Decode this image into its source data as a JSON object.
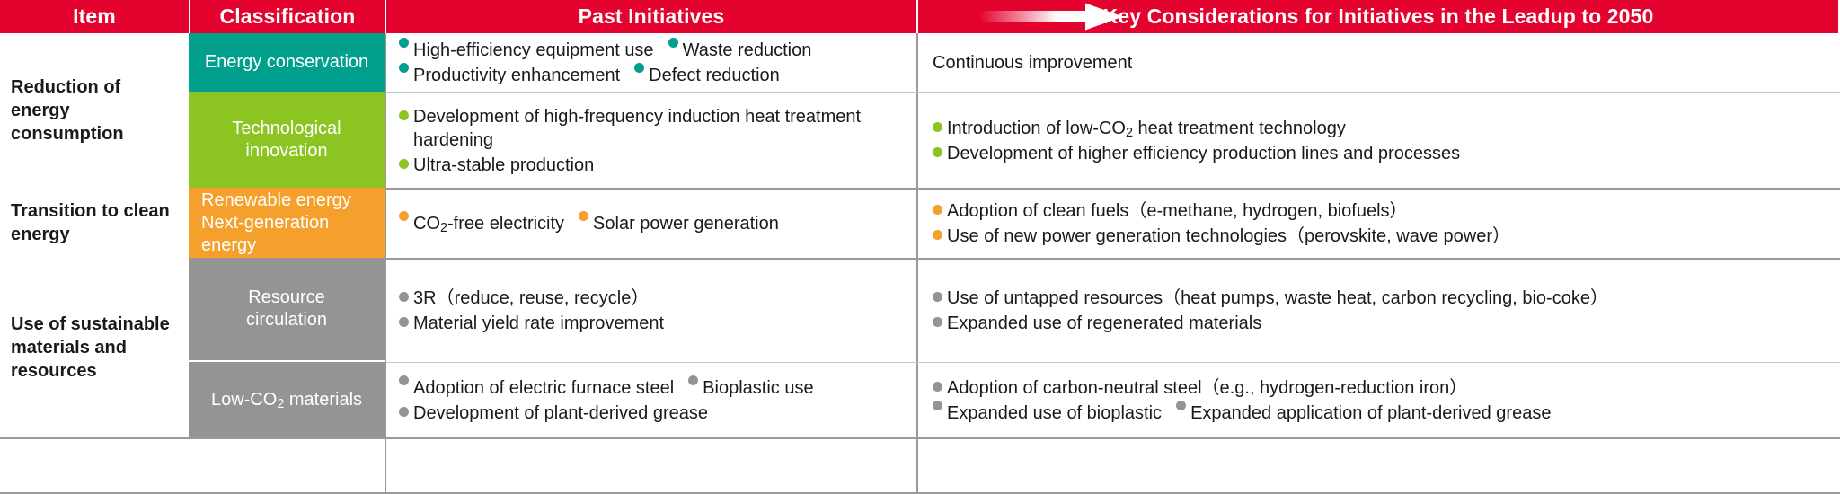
{
  "header": {
    "columns": [
      {
        "key": "item",
        "label": "Item"
      },
      {
        "key": "classification",
        "label": "Classification"
      },
      {
        "key": "past",
        "label": "Past Initiatives"
      },
      {
        "key": "key",
        "label": "Key Considerations for Initiatives in the Leadup to 2050"
      }
    ],
    "arrow_icon": "right-arrow-gradient-icon"
  },
  "colors": {
    "header_red": "#E4032E",
    "teal": "#00A08C",
    "green": "#8CC421",
    "orange": "#F5A02D",
    "gray": "#949494",
    "rule": "#9a9a9a",
    "text": "#1a1a1a"
  },
  "groups": [
    {
      "id": "g1",
      "item": "Reduction of energy consumption"
    },
    {
      "id": "g2",
      "item": "Transition to clean energy"
    },
    {
      "id": "g3",
      "item": "Use of sustainable materials and resources"
    }
  ],
  "rows": [
    {
      "id": "r1",
      "classification": "Energy conservation",
      "classification_line2": "",
      "color": "teal",
      "past": [
        {
          "type": "inline",
          "items": [
            "High-efficiency equipment use",
            "Waste reduction"
          ]
        },
        {
          "type": "inline",
          "items": [
            "Productivity enhancement",
            "Defect reduction"
          ]
        }
      ],
      "key": [
        {
          "type": "plain",
          "text": "Continuous improvement"
        }
      ]
    },
    {
      "id": "r2",
      "classification": "Technological",
      "classification_line2": "innovation",
      "color": "green",
      "past": [
        {
          "type": "hang",
          "text": "Development of high-frequency induction heat treatment hardening"
        },
        {
          "type": "hang",
          "text": "Ultra-stable production"
        }
      ],
      "key": [
        {
          "type": "hang",
          "text": "Introduction of low-CO₂ heat treatment technology"
        },
        {
          "type": "hang",
          "text": "Development of higher efficiency production lines and processes"
        }
      ]
    },
    {
      "id": "r3",
      "classification": "Renewable energy",
      "classification_line2": "Next-generation energy",
      "color": "orange",
      "past": [
        {
          "type": "inline",
          "items": [
            "CO₂-free electricity",
            "Solar power generation"
          ]
        }
      ],
      "key": [
        {
          "type": "hang",
          "text": "Adoption of clean fuels（e-methane, hydrogen, biofuels）"
        },
        {
          "type": "hang",
          "text": "Use of new power generation technologies（perovskite, wave power）"
        }
      ]
    },
    {
      "id": "r4",
      "classification": "Resource",
      "classification_line2": "circulation",
      "color": "gray",
      "past": [
        {
          "type": "hang",
          "text": "3R（reduce, reuse, recycle）"
        },
        {
          "type": "hang",
          "text": "Material yield rate improvement"
        }
      ],
      "key": [
        {
          "type": "hang",
          "text": "Use of untapped resources（heat pumps, waste heat, carbon recycling, bio-coke）"
        },
        {
          "type": "hang",
          "text": "Expanded use of regenerated materials"
        }
      ]
    },
    {
      "id": "r5",
      "classification": "Low-CO₂ materials",
      "classification_line2": "",
      "color": "gray",
      "past": [
        {
          "type": "inline",
          "items": [
            "Adoption of electric furnace steel",
            "Bioplastic use"
          ]
        },
        {
          "type": "hang",
          "text": "Development of plant-derived grease"
        }
      ],
      "key": [
        {
          "type": "hang",
          "text": "Adoption of carbon-neutral steel（e.g., hydrogen-reduction iron）"
        },
        {
          "type": "inline",
          "items": [
            "Expanded use of bioplastic",
            "Expanded application of plant-derived grease"
          ]
        }
      ]
    }
  ]
}
